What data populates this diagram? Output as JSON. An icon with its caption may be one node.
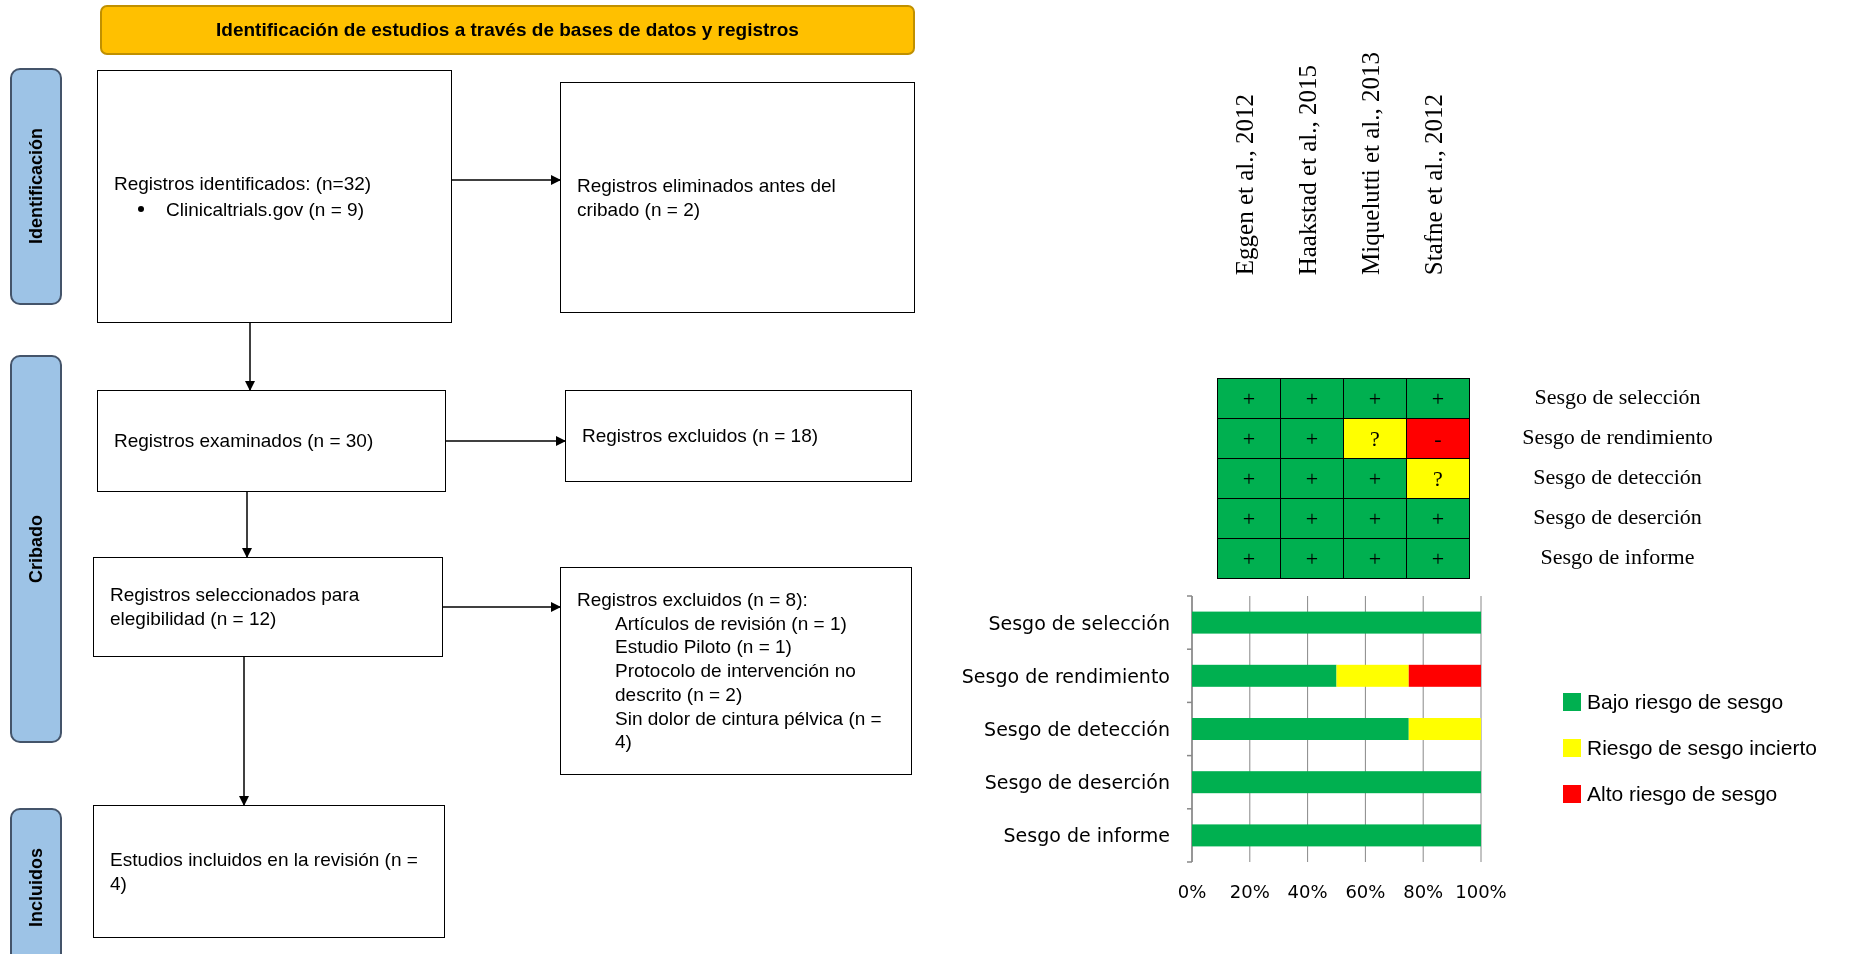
{
  "diagram": {
    "nodes": [
      {
        "text": [
          "Identificación de estudios a través de bases de datos y registros"
        ]
      },
      {
        "text": [
          "Identificación"
        ]
      },
      {
        "text": [
          "Cribado"
        ]
      },
      {
        "text": [
          "Incluidos"
        ]
      },
      {
        "text": [
          "Registros identificados: (n=32)",
          "Clinicaltrials.gov (n = 9)"
        ]
      },
      {
        "text": [
          "Registros eliminados antes del cribado (n = 2)"
        ]
      },
      {
        "text": [
          "Registros examinados (n = 30)"
        ]
      },
      {
        "text": [
          "Registros excluidos (n = 18)"
        ]
      },
      {
        "text": [
          "Registros seleccionados para elegibilidad (n = 12)"
        ]
      },
      {
        "text": [
          "Registros excluidos (n = 8):",
          "Artículos de revisión (n = 1)",
          "Estudio Piloto (n = 1)",
          "Protocolo de intervención no descrito (n = 2)",
          "Sin dolor de cintura pélvica (n = 4)"
        ]
      },
      {
        "text": [
          "Estudios incluidos en la revisión (n = 4)"
        ]
      }
    ],
    "edges": [
      {
        "from": 4,
        "to": 5,
        "arrow": "to"
      },
      {
        "from": 4,
        "to": 6,
        "arrow": "to"
      },
      {
        "from": 6,
        "to": 7,
        "arrow": "to"
      },
      {
        "from": 6,
        "to": 8,
        "arrow": "to"
      },
      {
        "from": 8,
        "to": 9,
        "arrow": "to"
      },
      {
        "from": 8,
        "to": 10,
        "arrow": "to"
      }
    ],
    "labels": [
      "Eggen et al., 2012",
      "Haakstad et al., 2015",
      "Miquelutti et al., 2013",
      "Stafne et al., 2012",
      "+",
      "+",
      "+",
      "+",
      "Sesgo de selección",
      "+",
      "+",
      "?",
      "-",
      "Sesgo de rendimiento",
      "+",
      "+",
      "+",
      "?",
      "Sesgo de detección",
      "+",
      "+",
      "+",
      "+",
      "Sesgo de deserción",
      "+",
      "+",
      "+",
      "+",
      "Sesgo de informe"
    ],
    "legend": [
      {
        "text": "Bajo riesgo de sesgo",
        "color": "#00b050"
      },
      {
        "text": "Riesgo de sesgo incierto",
        "color": "#ffff00"
      },
      {
        "text": "Alto riesgo de sesgo",
        "color": "#ff0000"
      }
    ],
    "chart_data": {
      "type": "bar",
      "orientation": "horizontal",
      "stacked": true,
      "categories": [
        "Sesgo de selección",
        "Sesgo de rendimiento",
        "Sesgo de detección",
        "Sesgo de deserción",
        "Sesgo de informe"
      ],
      "series": [
        {
          "color": "#00b050",
          "values": [
            100,
            50,
            75,
            100,
            100
          ]
        },
        {
          "color": "#ffff00",
          "values": [
            0,
            25,
            25,
            0,
            0
          ]
        },
        {
          "color": "#ff0000",
          "values": [
            0,
            25,
            0,
            0,
            0
          ]
        }
      ],
      "xlim": [
        0,
        100
      ],
      "grid": true,
      "xticks": [
        {
          "value": 0,
          "label": "0%"
        },
        {
          "value": 20,
          "label": "20%"
        },
        {
          "value": 40,
          "label": "40%"
        },
        {
          "value": 60,
          "label": "60%"
        },
        {
          "value": 80,
          "label": "80%"
        },
        {
          "value": 100,
          "label": "100%"
        }
      ]
    }
  }
}
